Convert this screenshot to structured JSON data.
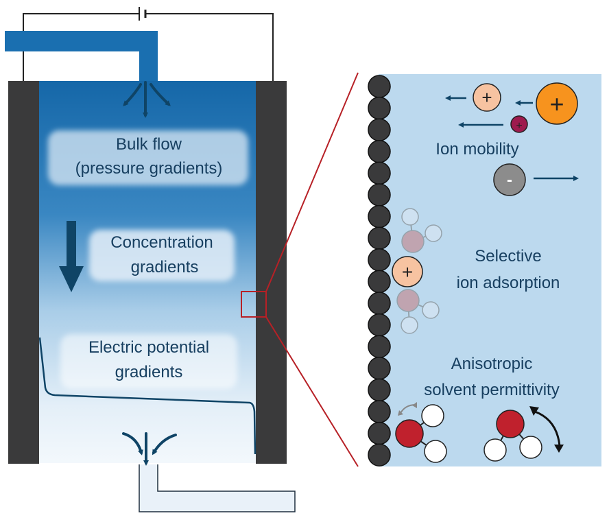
{
  "left_panel": {
    "bulk_flow": {
      "line1": "Bulk flow",
      "line2": "(pressure gradients)"
    },
    "concentration": {
      "line1": "Concentration",
      "line2": "gradients"
    },
    "electric": {
      "line1": "Electric potential",
      "line2": "gradients"
    }
  },
  "right_panel": {
    "ion_mobility": "Ion mobility",
    "selective": {
      "line1": "Selective",
      "line2": "ion adsorption"
    },
    "anisotropic": {
      "line1": "Anisotropic",
      "line2": "solvent permittivity"
    },
    "plus_sign": "+",
    "minus_sign": "-"
  },
  "colors": {
    "electrode": "#3a3a3b",
    "electrolyte_top": "#1c70b0",
    "electrolyte_bottom": "#e8f1f9",
    "pipe": "#1a6fb0",
    "outlet_pipe": "#e9f1f9",
    "zoom_bg": "#bcd9ee",
    "zoom_border": "#b72026",
    "arrow": "#0f4466",
    "text": "#173f60",
    "cation_light": "#f7c3a1",
    "cation_orange": "#f7931e",
    "cation_magenta": "#9e1b4e",
    "anion_gray": "#8c8c8c",
    "oxygen_red": "#c0212d"
  }
}
